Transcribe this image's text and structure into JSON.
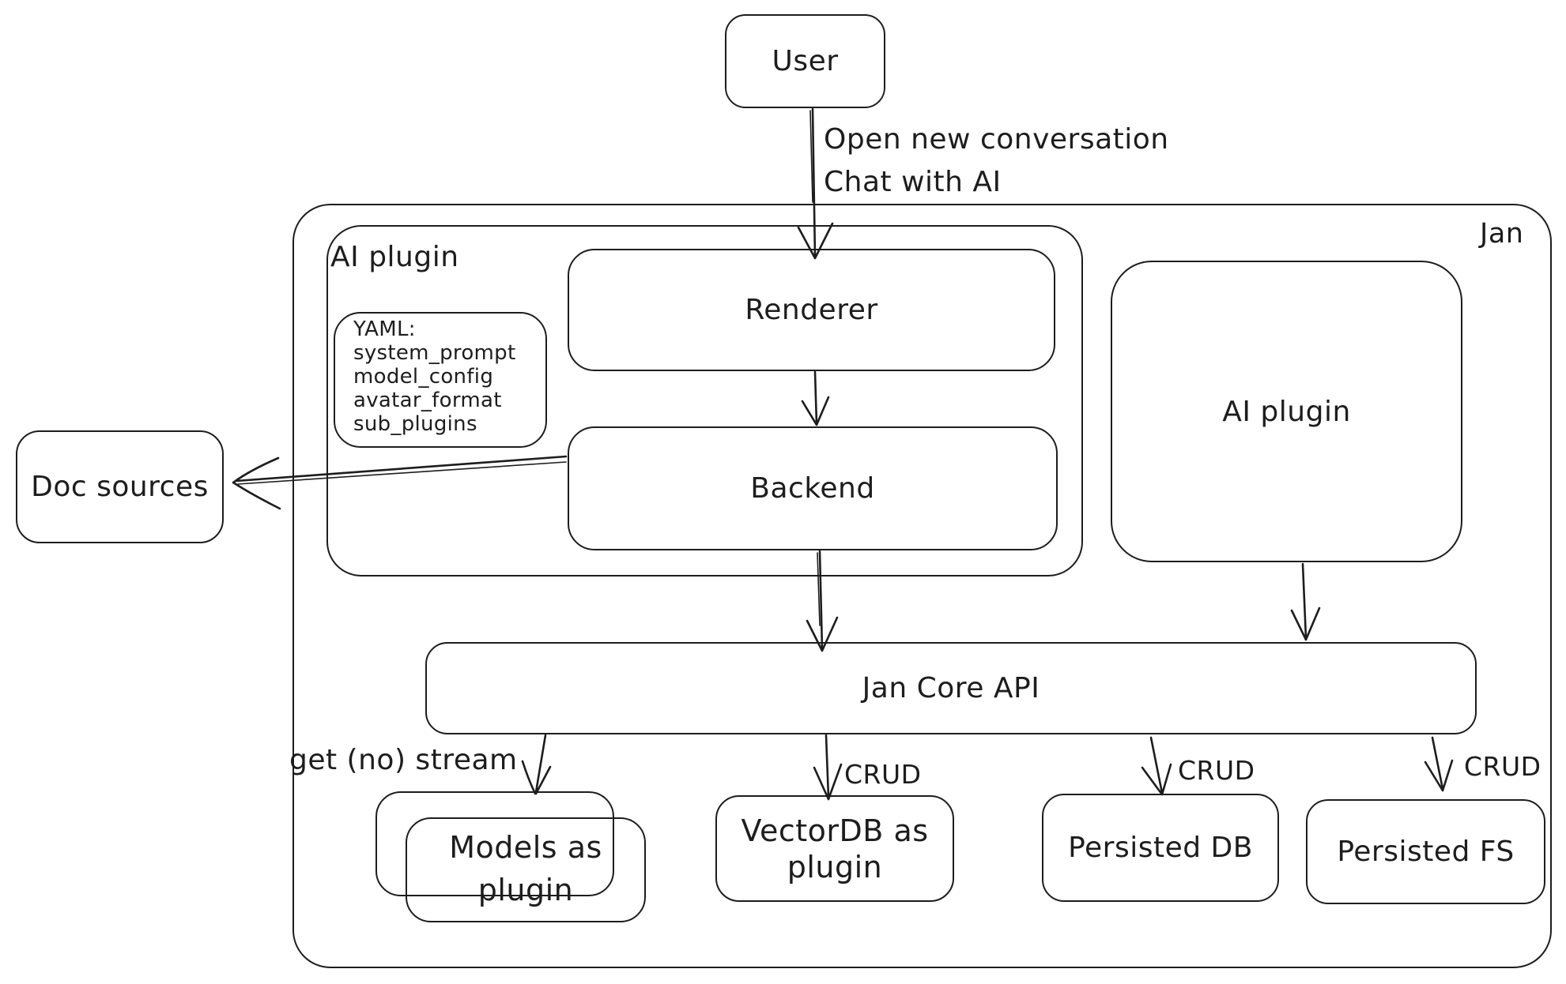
{
  "colors": {
    "stroke": "#1d1d1d",
    "background": "#ffffff"
  },
  "nodes": {
    "user": {
      "label": "User"
    },
    "jan": {
      "label": "Jan"
    },
    "ai_plugin_container": {
      "label": "AI plugin"
    },
    "yaml_note": {
      "lines": [
        "YAML:",
        "system_prompt",
        "model_config",
        "avatar_format",
        "sub_plugins"
      ]
    },
    "renderer": {
      "label": "Renderer"
    },
    "backend": {
      "label": "Backend"
    },
    "ai_plugin": {
      "label": "AI plugin"
    },
    "doc_sources": {
      "label": "Doc sources"
    },
    "jan_core_api": {
      "label": "Jan Core API"
    },
    "models_as_plugin": {
      "label": "Models as\nplugin"
    },
    "vectordb_as_plugin": {
      "label": "VectorDB as\nplugin"
    },
    "persisted_db": {
      "label": "Persisted DB"
    },
    "persisted_fs": {
      "label": "Persisted FS"
    }
  },
  "edge_labels": {
    "open_new_conversation": "Open new conversation",
    "chat_with_ai": "Chat with AI",
    "get_no_stream": "get (no) stream",
    "crud_vectordb": "CRUD",
    "crud_persisted_db": "CRUD",
    "crud_persisted_fs": "CRUD"
  }
}
